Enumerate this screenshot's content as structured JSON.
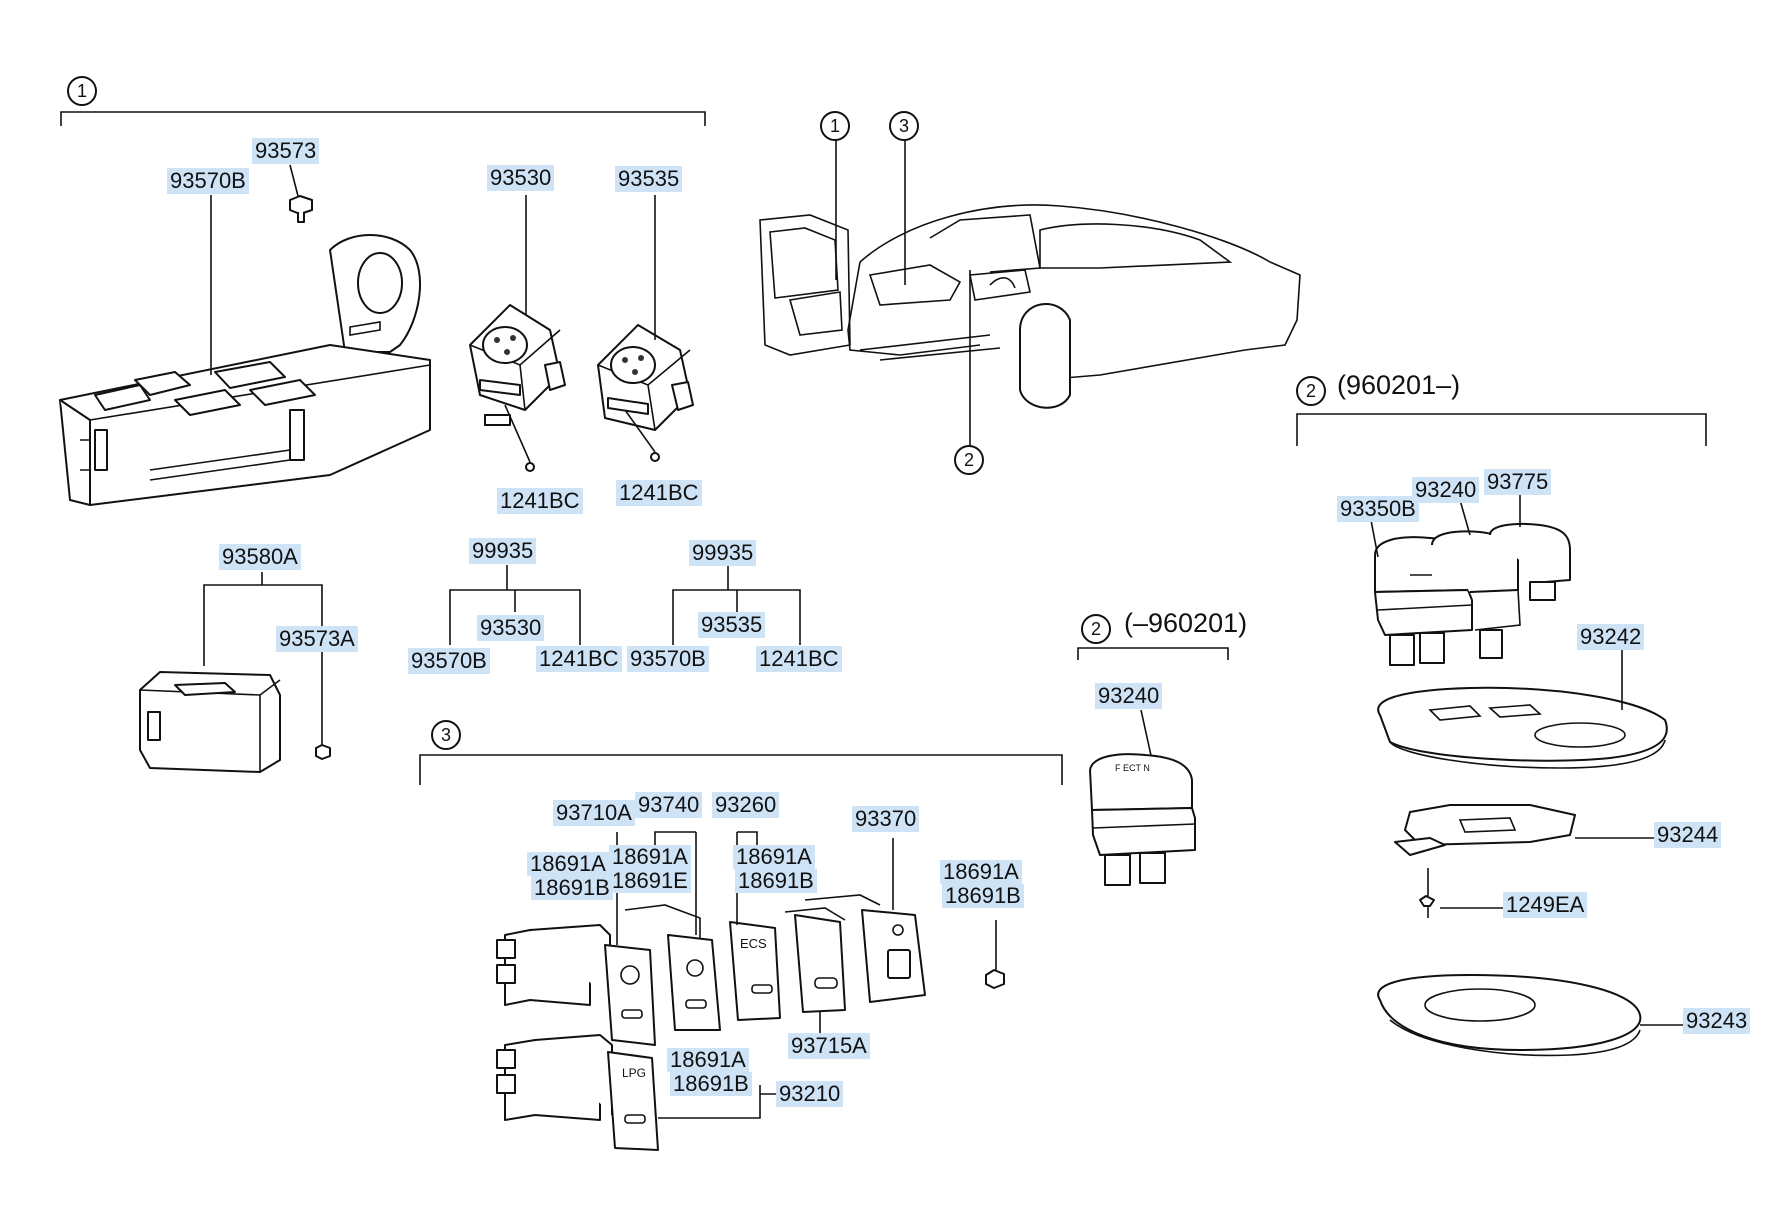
{
  "groups": {
    "g1": "1",
    "g2": "2",
    "g3": "3",
    "car_1": "1",
    "car_2": "2",
    "car_3": "3",
    "g2_after": "2",
    "g2_after_note": "(960201–)",
    "g2_before": "2",
    "g2_before_note": "(–960201)"
  },
  "labels": {
    "p93573": "93573",
    "p93570b": "93570B",
    "p93530_top": "93530",
    "p93535_top": "93535",
    "p1241bc_a": "1241BC",
    "p1241bc_b": "1241BC",
    "p93580a": "93580A",
    "p93573a": "93573A",
    "p99935_a": "99935",
    "p93530_kit": "93530",
    "p93570b_kit_a": "93570B",
    "p1241bc_kit_a": "1241BC",
    "p99935_b": "99935",
    "p93535_kit": "93535",
    "p93570b_kit_b": "93570B",
    "p1241bc_kit_b": "1241BC",
    "p93710a": "93710A",
    "p93740": "93740",
    "p93260": "93260",
    "p93370": "93370",
    "p18691a_1": "18691A",
    "p18691b_1": "18691B",
    "p18691a_2": "18691A",
    "p18691e_2": "18691E",
    "p18691a_3": "18691A",
    "p18691b_3": "18691B",
    "p18691a_4": "18691A",
    "p18691b_4": "18691B",
    "p93715a": "93715A",
    "p18691a_5": "18691A",
    "p18691b_5": "18691B",
    "p93210": "93210",
    "p93240_before": "93240",
    "p93350b": "93350B",
    "p93240_after": "93240",
    "p93775": "93775",
    "p93242": "93242",
    "p93244": "93244",
    "p1249ea": "1249EA",
    "p93243": "93243"
  },
  "switch_markings": {
    "ecs": "ECS",
    "lpg": "LPG",
    "cap_text": "F  ECT  N"
  }
}
